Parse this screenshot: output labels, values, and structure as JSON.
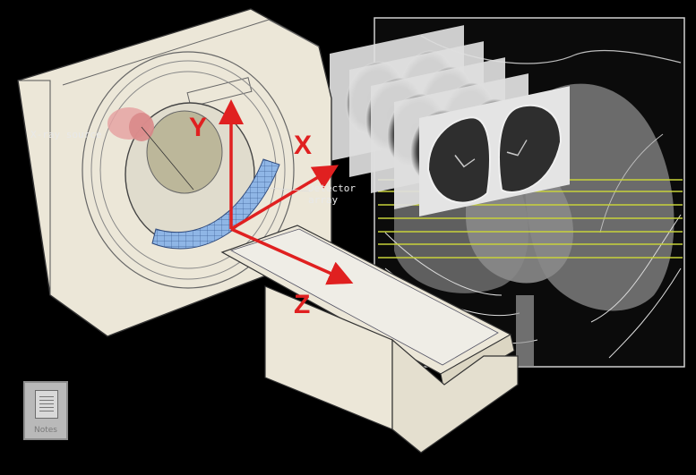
{
  "labels": {
    "xray_source": "X-ray source",
    "detector_line1": "Detector",
    "detector_line2": "array",
    "axis_x": "X",
    "axis_y": "Y",
    "axis_z": "Z"
  },
  "notes_button": {
    "label": "Notes"
  },
  "colors": {
    "background": "#000000",
    "scanner_body": "#ece7d8",
    "axis_red": "#e02020",
    "detector_blue": "#8fb6e6",
    "slice_line_yellow": "#c8d23a"
  },
  "icons": {
    "notes": "document-icon"
  }
}
